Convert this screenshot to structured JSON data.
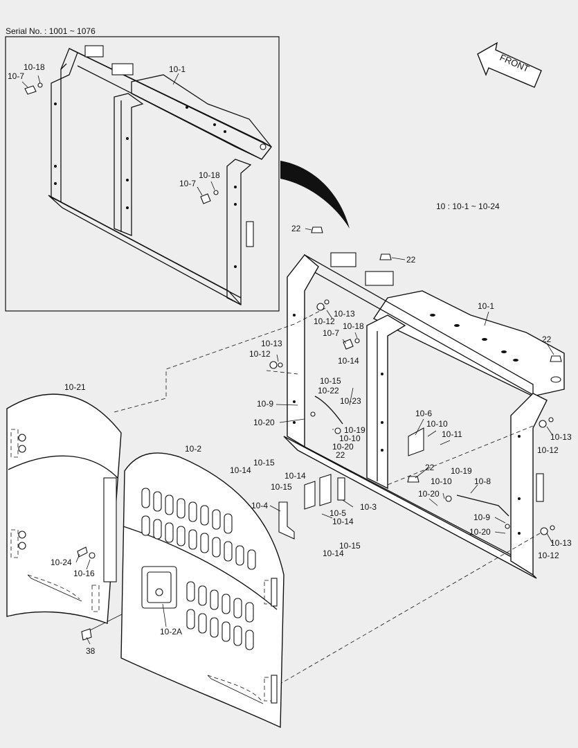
{
  "serial_label": "Serial No. : 1001 ~ 1076",
  "direction_label": "FRONT",
  "group_note": "10 : 10-1 ~ 10-24",
  "callouts": [
    {
      "id": "inset-10-1",
      "text": "10-1"
    },
    {
      "id": "inset-10-18a",
      "text": "10-18"
    },
    {
      "id": "inset-10-7a",
      "text": "10-7"
    },
    {
      "id": "inset-10-18b",
      "text": "10-18"
    },
    {
      "id": "inset-10-7b",
      "text": "10-7"
    },
    {
      "id": "22-a",
      "text": "22"
    },
    {
      "id": "22-b",
      "text": "22"
    },
    {
      "id": "22-c",
      "text": "22"
    },
    {
      "id": "22-d",
      "text": "22"
    },
    {
      "id": "22-e",
      "text": "22"
    },
    {
      "id": "main-10-1",
      "text": "10-1"
    },
    {
      "id": "10-13-a",
      "text": "10-13"
    },
    {
      "id": "10-12-a",
      "text": "10-12"
    },
    {
      "id": "10-18",
      "text": "10-18"
    },
    {
      "id": "10-7",
      "text": "10-7"
    },
    {
      "id": "10-13-b",
      "text": "10-13"
    },
    {
      "id": "10-12-b",
      "text": "10-12"
    },
    {
      "id": "10-14-a",
      "text": "10-14"
    },
    {
      "id": "10-15-a",
      "text": "10-15"
    },
    {
      "id": "10-22",
      "text": "10-22"
    },
    {
      "id": "10-23",
      "text": "10-23"
    },
    {
      "id": "10-9-a",
      "text": "10-9"
    },
    {
      "id": "10-20-a",
      "text": "10-20"
    },
    {
      "id": "10-19-a",
      "text": "10-19"
    },
    {
      "id": "10-10-a",
      "text": "10-10"
    },
    {
      "id": "10-20-b",
      "text": "10-20"
    },
    {
      "id": "10-6",
      "text": "10-6"
    },
    {
      "id": "10-10-b",
      "text": "10-10"
    },
    {
      "id": "10-11",
      "text": "10-11"
    },
    {
      "id": "10-13-c",
      "text": "10-13"
    },
    {
      "id": "10-12-c",
      "text": "10-12"
    },
    {
      "id": "10-21",
      "text": "10-21"
    },
    {
      "id": "10-2",
      "text": "10-2"
    },
    {
      "id": "10-15-b",
      "text": "10-15"
    },
    {
      "id": "10-14-b",
      "text": "10-14"
    },
    {
      "id": "10-14-c",
      "text": "10-14"
    },
    {
      "id": "10-15-c",
      "text": "10-15"
    },
    {
      "id": "10-4",
      "text": "10-4"
    },
    {
      "id": "10-5",
      "text": "10-5"
    },
    {
      "id": "10-3",
      "text": "10-3"
    },
    {
      "id": "10-14-d",
      "text": "10-14"
    },
    {
      "id": "10-15-d",
      "text": "10-15"
    },
    {
      "id": "10-14-e",
      "text": "10-14"
    },
    {
      "id": "10-19-b",
      "text": "10-19"
    },
    {
      "id": "10-10-c",
      "text": "10-10"
    },
    {
      "id": "10-8",
      "text": "10-8"
    },
    {
      "id": "10-20-c",
      "text": "10-20"
    },
    {
      "id": "10-9-b",
      "text": "10-9"
    },
    {
      "id": "10-20-d",
      "text": "10-20"
    },
    {
      "id": "10-13-d",
      "text": "10-13"
    },
    {
      "id": "10-12-d",
      "text": "10-12"
    },
    {
      "id": "10-24",
      "text": "10-24"
    },
    {
      "id": "10-16",
      "text": "10-16"
    },
    {
      "id": "10-2A",
      "text": "10-2A"
    },
    {
      "id": "38",
      "text": "38"
    }
  ]
}
